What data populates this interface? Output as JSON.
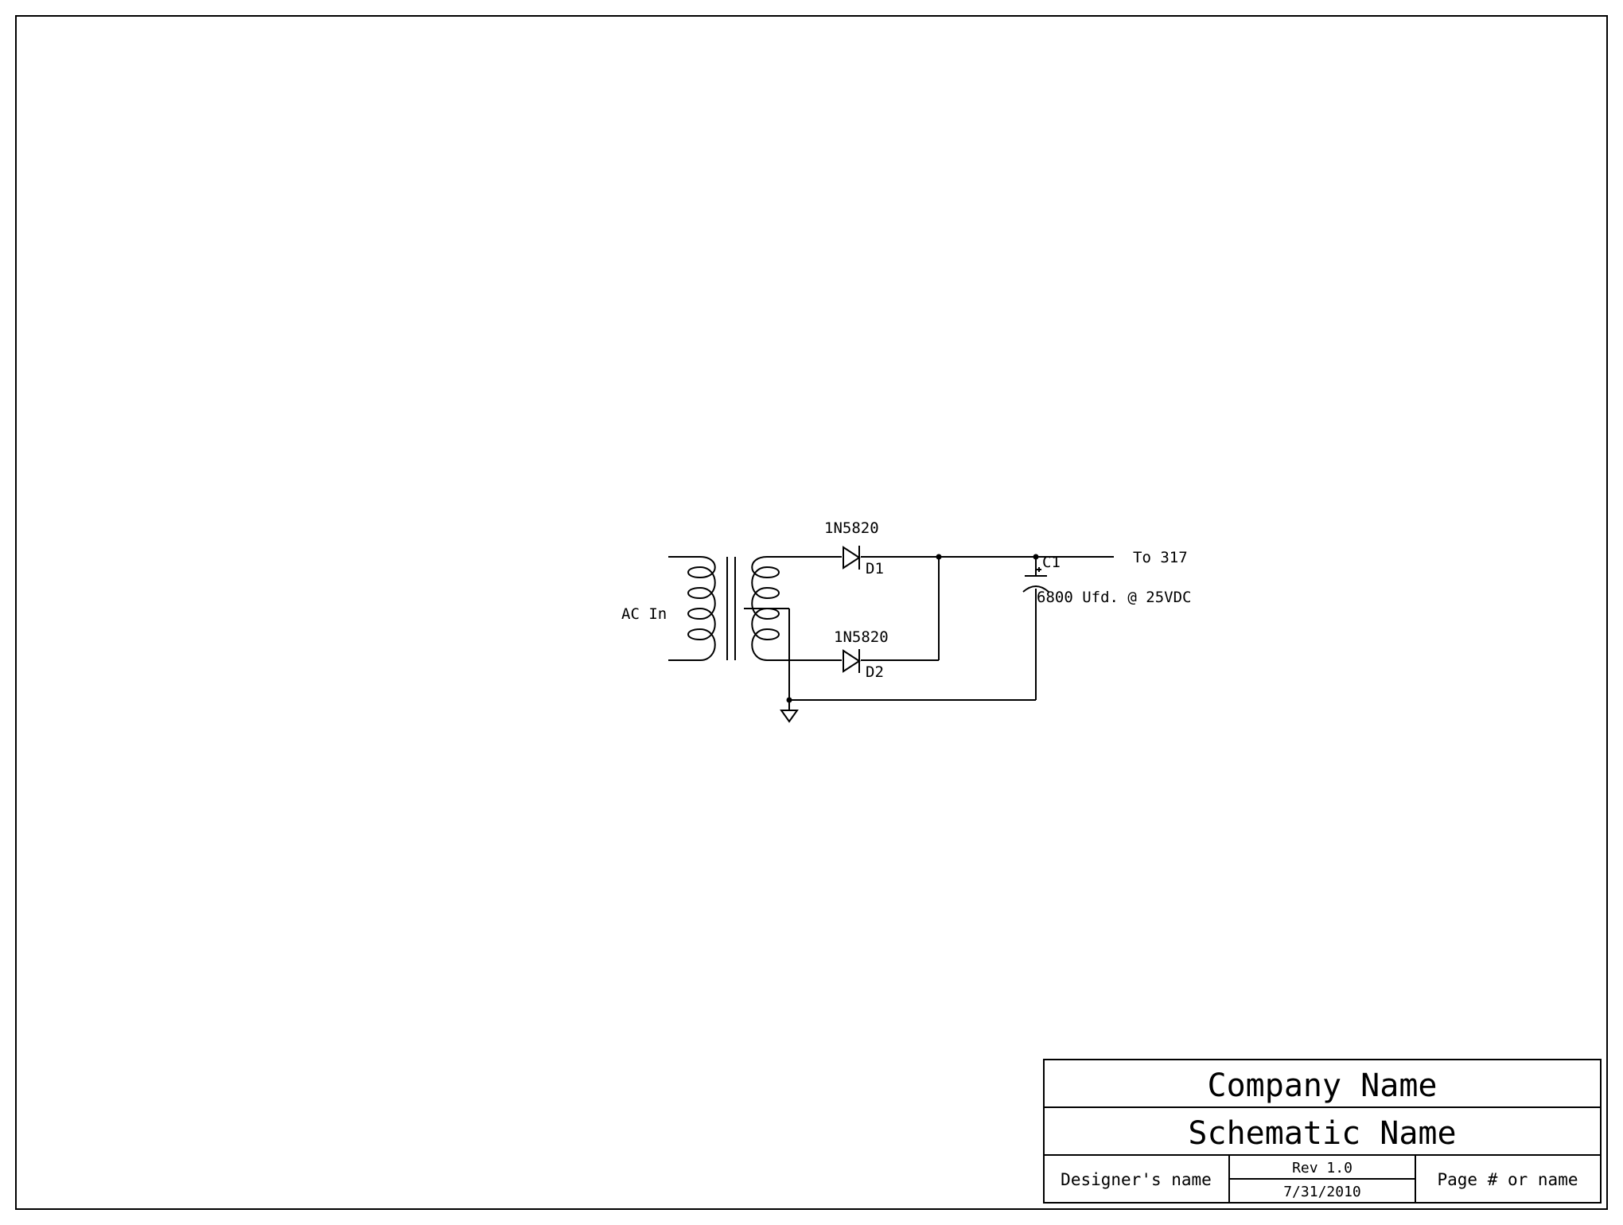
{
  "schematic": {
    "ac_in_label": "AC In",
    "d1": {
      "part": "1N5820",
      "ref": "D1"
    },
    "d2": {
      "part": "1N5820",
      "ref": "D2"
    },
    "c1": {
      "ref": "C1",
      "value": "6800 Ufd. @ 25VDC"
    },
    "output_label": "To 317"
  },
  "title_block": {
    "company": "Company Name",
    "schematic_name": "Schematic Name",
    "designer": "Designer's name",
    "rev": "Rev 1.0",
    "date": "7/31/2010",
    "page": "Page # or name"
  }
}
